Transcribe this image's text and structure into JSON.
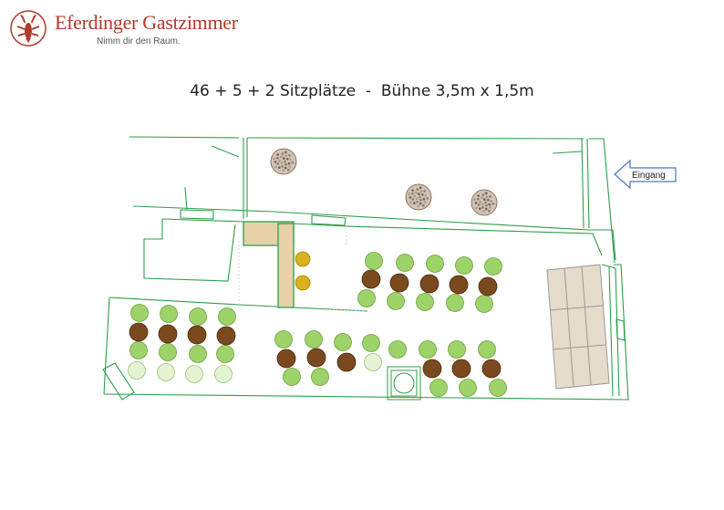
{
  "brand": {
    "name": "Eferdinger Gastzimmer",
    "tagline": "Nimm dir den Raum.",
    "logo_icon": "crayfish-icon",
    "color": "#b03a2e"
  },
  "plan": {
    "title": "46 + 5 + 2 Sitzplätze  -  Bühne 3,5m x 1,5m",
    "entrance_label": "Eingang",
    "colors": {
      "wall": "#2e9e4a",
      "chair": "#9ed36a",
      "chair_light": "#e4f3d2",
      "table": "#7a4a1e",
      "bar_stool": "#d8b020",
      "counter": "#e8d0a8",
      "stage": "#e6dccb",
      "planter": "#b5a89a"
    }
  }
}
